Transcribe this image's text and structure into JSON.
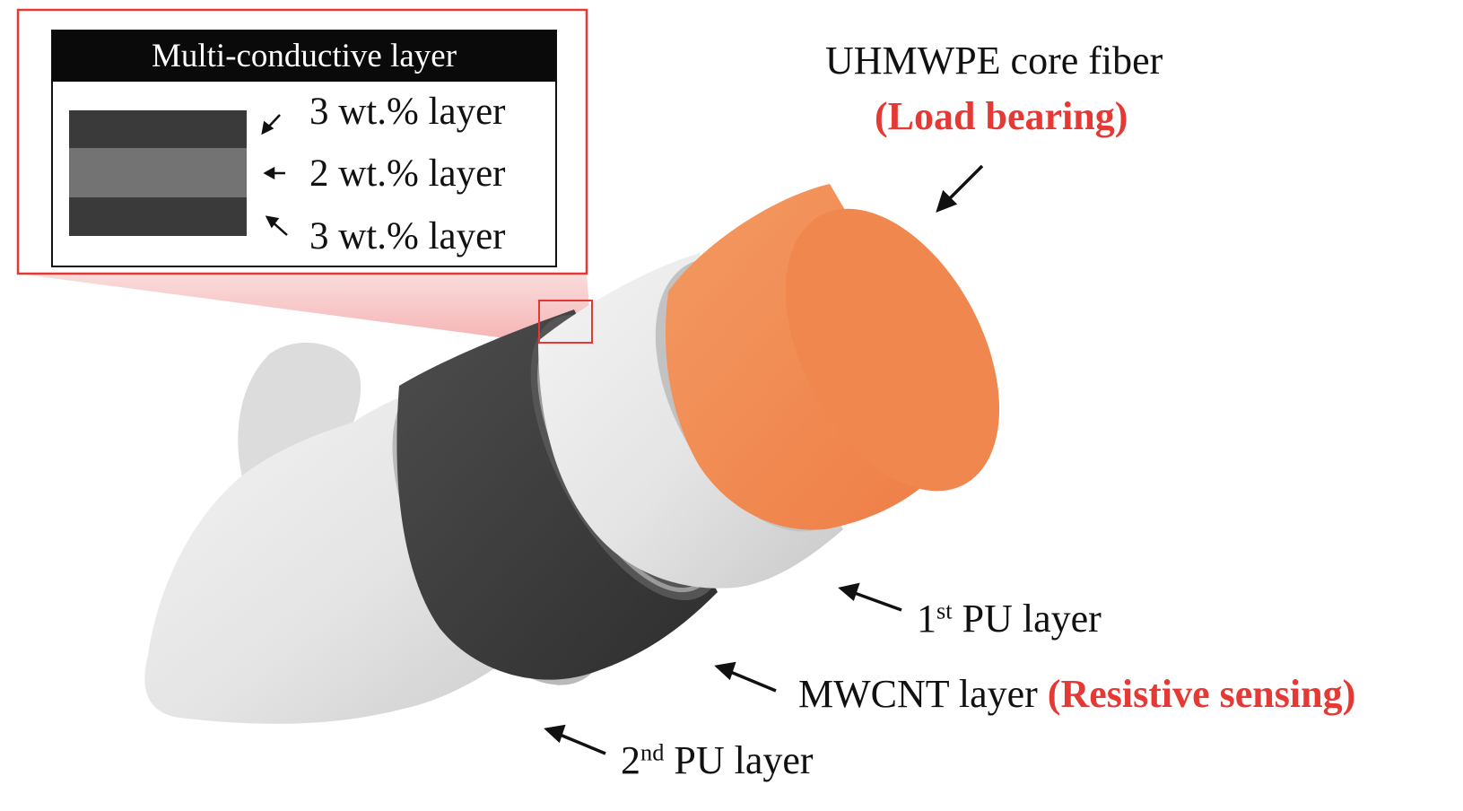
{
  "colors": {
    "core_orange": "#f2874d",
    "highlight_red": "#e53935",
    "pu_white": "#e8e8e8",
    "mwcnt_dark": "#3c3c3c",
    "layer_mid": "#737373"
  },
  "inset": {
    "title": "Multi-conductive layer",
    "layers": [
      {
        "label": "3 wt.% layer"
      },
      {
        "label": "2 wt.% layer"
      },
      {
        "label": "3 wt.% layer"
      }
    ]
  },
  "callouts": {
    "core": {
      "label": "UHMWPE core fiber",
      "note": "(Load bearing)"
    },
    "pu1": {
      "label_prefix": "1",
      "label_sup": "st",
      "label_rest": " PU layer"
    },
    "mwcnt": {
      "label": "MWCNT layer",
      "note": "(Resistive sensing)"
    },
    "pu2": {
      "label_prefix": "2",
      "label_sup": "nd",
      "label_rest": " PU layer"
    }
  }
}
